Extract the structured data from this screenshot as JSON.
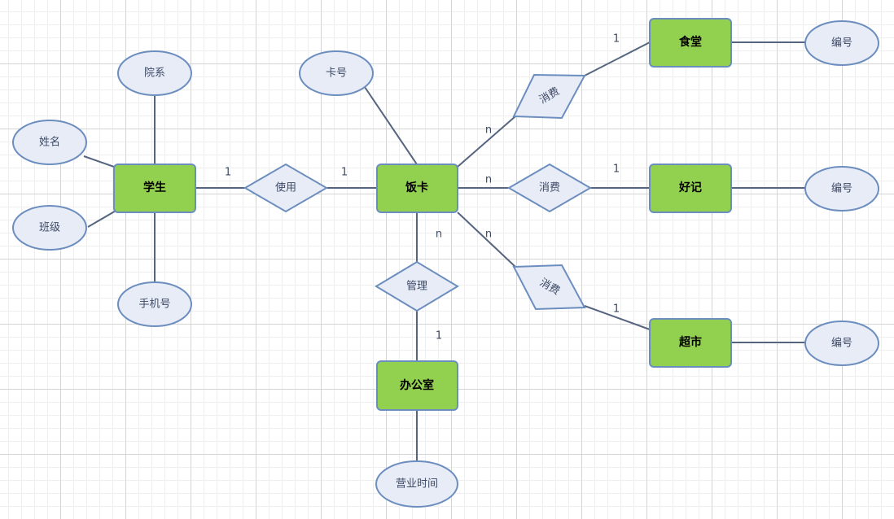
{
  "entities": {
    "student": "学生",
    "meal_card": "饭卡",
    "canteen": "食堂",
    "haoji": "好记",
    "supermarket": "超市",
    "office": "办公室"
  },
  "attributes": {
    "department": "院系",
    "name": "姓名",
    "class": "班级",
    "phone": "手机号",
    "card_no": "卡号",
    "canteen_id": "编号",
    "haoji_id": "编号",
    "supermarket_id": "编号",
    "business_hours": "营业时间"
  },
  "relationships": {
    "use": "使用",
    "consume_canteen": "消费",
    "consume_haoji": "消费",
    "consume_supermarket": "消费",
    "manage": "管理"
  },
  "cardinalities": {
    "use_student": "1",
    "use_card": "1",
    "canteen_card": "n",
    "canteen_entity": "1",
    "haoji_card": "n",
    "haoji_entity": "1",
    "supermarket_card": "n",
    "supermarket_entity": "1",
    "manage_card": "n",
    "manage_office": "1"
  },
  "colors": {
    "entity_fill": "#92d050",
    "entity_stroke": "#6c8ebf",
    "attribute_fill": "#e8ecf7",
    "line": "#56657f"
  }
}
